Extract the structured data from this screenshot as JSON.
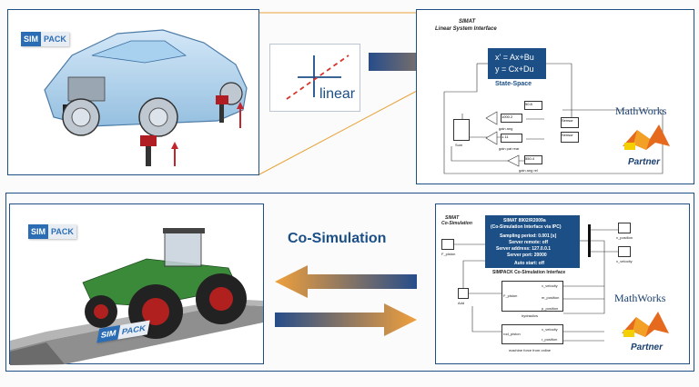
{
  "top": {
    "logo": {
      "left": "SIM",
      "right": "PACK"
    },
    "linear_label": "linear",
    "sim": {
      "title": "SIMAT",
      "subtitle": "Linear System Interface",
      "ss_line1": "x' = Ax+Bu",
      "ss_line2": "y = Cx+Du",
      "ss_caption": "State-Space",
      "blocks": {
        "b1": "50.8",
        "b2": "1000.2",
        "b3": "gain ang",
        "b4": "1.11",
        "b5": "gain pat rear",
        "b6": "550.4",
        "b7": "Sum",
        "b8": "Sensor",
        "b9": "Sensor",
        "b10": "gain ang rel"
      }
    },
    "mathworks": "MathWorks",
    "partner": "Partner"
  },
  "bottom": {
    "logo": {
      "left": "SIM",
      "right": "PACK"
    },
    "track_logo": {
      "left": "SIM",
      "right": "PACK"
    },
    "cosim_label": "Co-Simulation",
    "sim": {
      "title": "SIMAT",
      "subtitle": "Co-Simulation",
      "box_line1": "SIMAT 8902/R2009a",
      "box_line2": "(Co-Simulation Interface via IPC)",
      "box_line3": "Sampling period: 0.001 [s]",
      "box_line4": "Server remote: off",
      "box_line5": "Server address: 127.0.0.1",
      "box_line6": "Server port: 20000",
      "box_line7": "Auto start: off",
      "box_caption": "SIMPACK Co-Simulation Interface",
      "blocks": {
        "in1": "F_piston",
        "add": "Add",
        "hyd": "hydraulics",
        "hyd_in1": "F_piston",
        "hyd_out1": "v_velocity",
        "hyd_out2": "m_position",
        "hyd_out3": "p_position",
        "rod": "rod_piston",
        "rod_out1": "v_velocity",
        "rod_out2": "r_position",
        "caption2": "machine force from online",
        "out1": "v_position",
        "out2": "v_velocity"
      }
    },
    "mathworks": "MathWorks",
    "partner": "Partner"
  },
  "colors": {
    "frame": "#1f4f84",
    "arrow_orange": "#f0a03c",
    "arrow_blue": "#264d8a",
    "sim_blue": "#1b4f86",
    "dashed_red": "#d9342b",
    "connector_orange": "#e8a33a"
  }
}
